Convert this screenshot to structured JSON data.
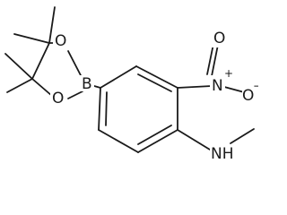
{
  "labels": {
    "boron": "B",
    "ring_oxygen_top": "O",
    "ring_oxygen_bottom": "O",
    "nitro_nitrogen": "N",
    "nitro_oxygen_double": "O",
    "nitro_oxygen_single": "O",
    "amine": "NH",
    "positive_charge": "+",
    "negative_charge": "−"
  }
}
